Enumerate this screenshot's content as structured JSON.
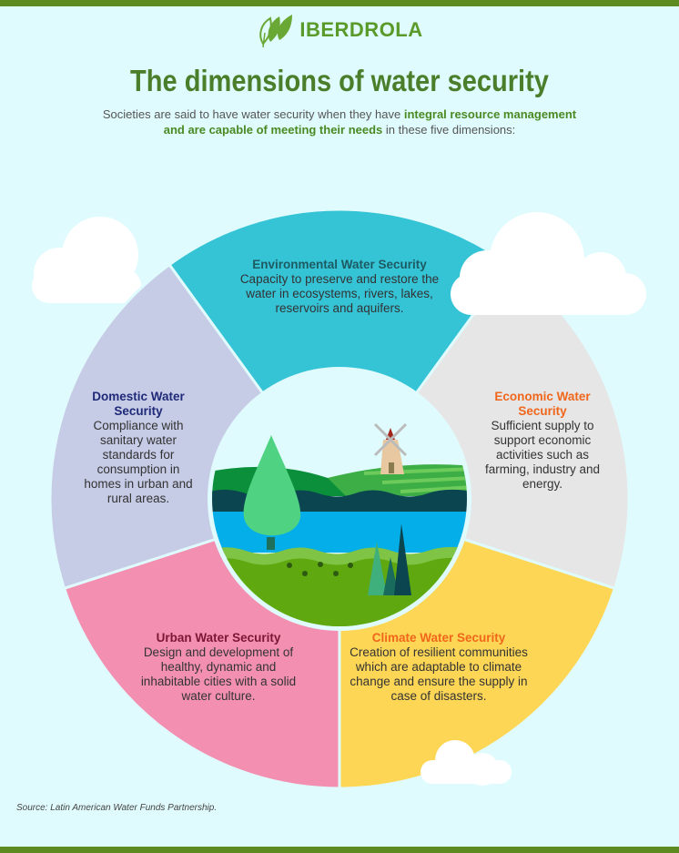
{
  "brand": {
    "name": "IBERDROLA",
    "color": "#5e8a22"
  },
  "title": "The dimensions of water security",
  "intro": {
    "part1": "Societies are said to have water security when they have ",
    "highlight": "integral resource management and are capable of meeting their needs",
    "part2": " in these five dimensions:"
  },
  "segments": [
    {
      "id": "environmental",
      "title": "Environmental Water Security",
      "text": "Capacity to preserve and restore the water in ecosystems, rivers, lakes, reservoirs and aquifers.",
      "color": "#35c3d6",
      "title_color": "#1d5b63"
    },
    {
      "id": "economic",
      "title": "Economic Water Security",
      "text": "Sufficient supply to support economic activities such as farming, industry and energy.",
      "color": "#e6e6e6",
      "title_color": "#f0661b"
    },
    {
      "id": "climate",
      "title": "Climate Water Security",
      "text": "Creation of resilient communities which are adaptable to climate change and ensure the supply in case of disasters.",
      "color": "#fdd655",
      "title_color": "#f0661b"
    },
    {
      "id": "urban",
      "title": "Urban Water Security",
      "text": "Design and development of healthy, dynamic and inhabitable cities with a solid water culture.",
      "color": "#f390b1",
      "title_color": "#7d1634"
    },
    {
      "id": "domestic",
      "title": "Domestic Water Security",
      "text": "Compliance with sanitary water standards for consumption in homes in urban and rural areas.",
      "color": "#c6cbe6",
      "title_color": "#1f2a78"
    }
  ],
  "source": "Source: Latin American Water Funds Partnership."
}
